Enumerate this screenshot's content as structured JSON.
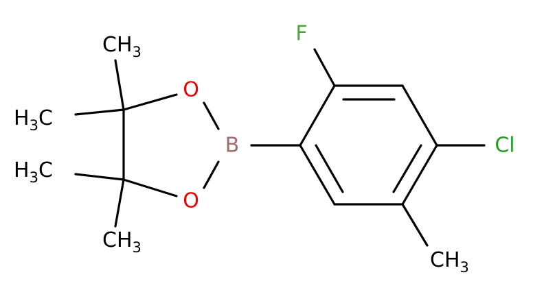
{
  "molecule": {
    "atoms": {
      "F": {
        "text": "F",
        "color": "#4DA82E"
      },
      "Cl": {
        "text": "Cl",
        "color": "#22A022"
      },
      "O1": {
        "text": "O",
        "color": "#EE0000"
      },
      "O2": {
        "text": "O",
        "color": "#EE0000"
      },
      "B": {
        "text": "B",
        "color": "#A36B6B"
      }
    },
    "methyl_groups": {
      "top_right": {
        "main": "CH",
        "sub": "3"
      },
      "upper_left": {
        "main": "H",
        "sub": "3",
        "tail": "C"
      },
      "lower_left": {
        "main": "H",
        "sub": "3",
        "tail": "C"
      },
      "bottom": {
        "main": "CH",
        "sub": "3"
      },
      "aryl_methyl": {
        "main": "CH",
        "sub": "3"
      }
    }
  }
}
